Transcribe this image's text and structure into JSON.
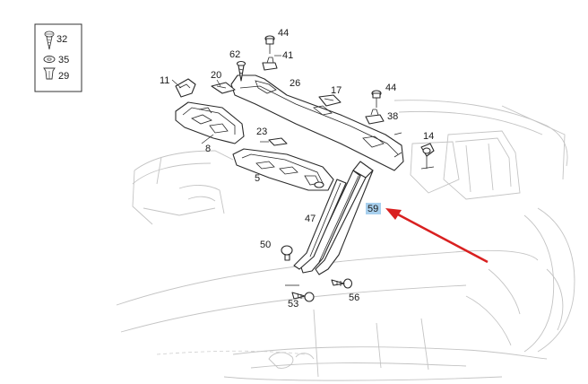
{
  "legend": {
    "items": [
      {
        "icon": "screw-icon",
        "number": "32"
      },
      {
        "icon": "washer-icon",
        "number": "35"
      },
      {
        "icon": "clip-icon",
        "number": "29"
      }
    ]
  },
  "callouts": {
    "p44a": "44",
    "p41": "41",
    "p62": "62",
    "p11": "11",
    "p20": "20",
    "p26": "26",
    "p17": "17",
    "p44b": "44",
    "p38": "38",
    "p8": "8",
    "p23": "23",
    "p14": "14",
    "p5": "5",
    "p59": "59",
    "p47": "47",
    "p50": "50",
    "p56": "56",
    "p53": "53"
  },
  "highlight": {
    "color": "#a8d0ee",
    "arrow_color": "#d92020"
  }
}
